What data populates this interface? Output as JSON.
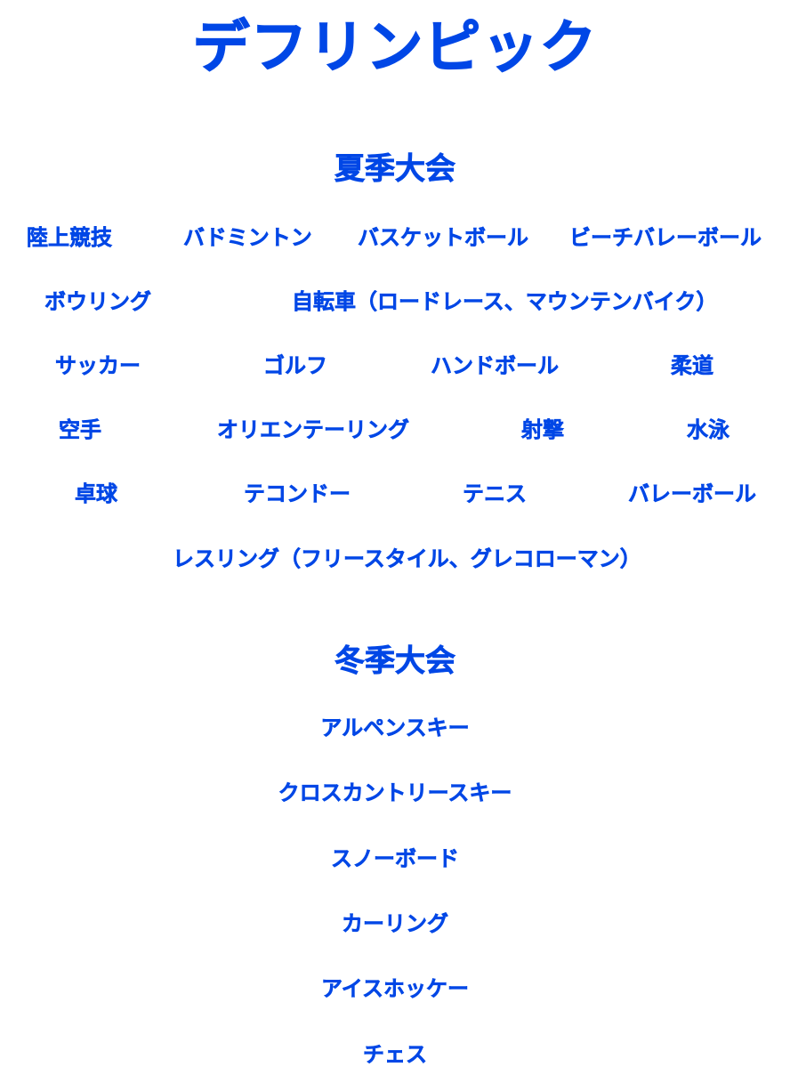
{
  "title": "デフリンピック",
  "summer": {
    "heading": "夏季大会",
    "sports": [
      "陸上競技",
      "バドミントン",
      "バスケットボール",
      "ビーチバレーボール",
      "ボウリング",
      "自転車（ロードレース、マウンテンバイク）",
      "サッカー",
      "ゴルフ",
      "ハンドボール",
      "柔道",
      "空手",
      "オリエンテーリング",
      "射撃",
      "水泳",
      "卓球",
      "テコンドー",
      "テニス",
      "バレーボール",
      "レスリング（フリースタイル、グレコローマン）"
    ]
  },
  "winter": {
    "heading": "冬季大会",
    "sports": [
      "アルペンスキー",
      "クロスカントリースキー",
      "スノーボード",
      "カーリング",
      "アイスホッケー",
      "チェス"
    ]
  },
  "colors": {
    "text": "#0047e6",
    "background": "#ffffff"
  }
}
